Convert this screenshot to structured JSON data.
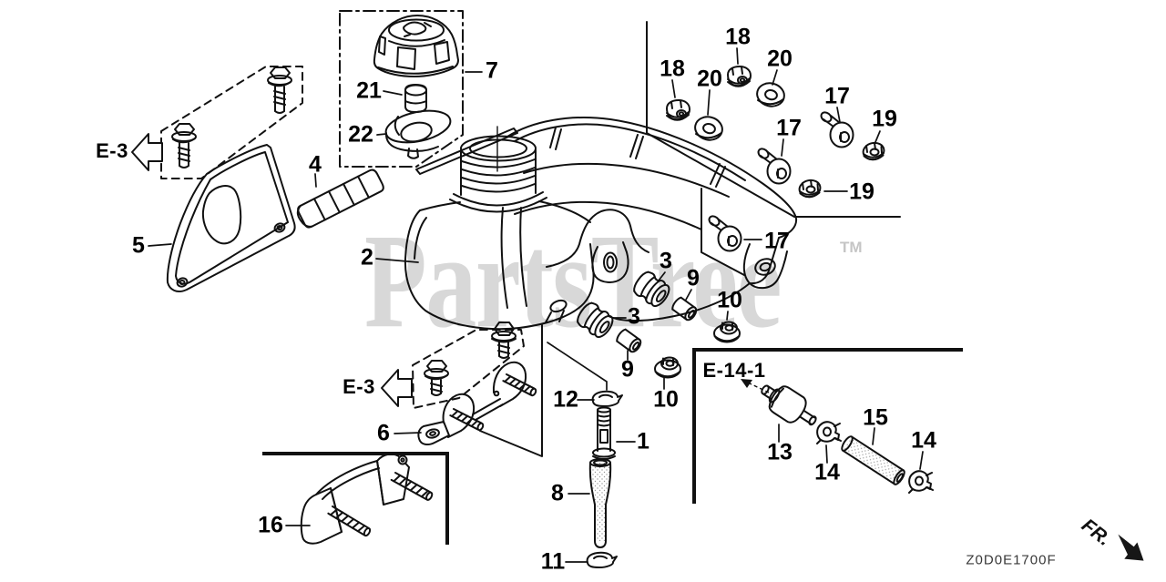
{
  "page": {
    "background_color": "#ffffff",
    "line_color": "#111111"
  },
  "watermark": {
    "text": "PartsTree",
    "tm": "TM",
    "color": "#d8d8d8"
  },
  "reference_tags": {
    "e3_top": "E-3",
    "e3_mid": "E-3",
    "e14_1": "E-14-1"
  },
  "callouts": {
    "c1": "1",
    "c2": "2",
    "c3a": "3",
    "c3b": "3",
    "c4": "4",
    "c5": "5",
    "c6": "6",
    "c7": "7",
    "c8": "8",
    "c9a": "9",
    "c9b": "9",
    "c10a": "10",
    "c10b": "10",
    "c11": "11",
    "c12": "12",
    "c13": "13",
    "c14a": "14",
    "c14b": "14",
    "c15": "15",
    "c16": "16",
    "c17a": "17",
    "c17b": "17",
    "c17c": "17",
    "c18a": "18",
    "c18b": "18",
    "c19a": "19",
    "c19b": "19",
    "c20a": "20",
    "c20b": "20",
    "c21": "21",
    "c22": "22"
  },
  "footer": {
    "diagram_code": "Z0D0E1700F",
    "fr_label": "FR."
  },
  "icons": {
    "e3_arrow_top": "block-arrow-left",
    "e3_arrow_mid": "block-arrow-left",
    "e14_arrow": "dashed-arrow-up-left",
    "fr_arrow": "solid-arrow-down-right"
  }
}
